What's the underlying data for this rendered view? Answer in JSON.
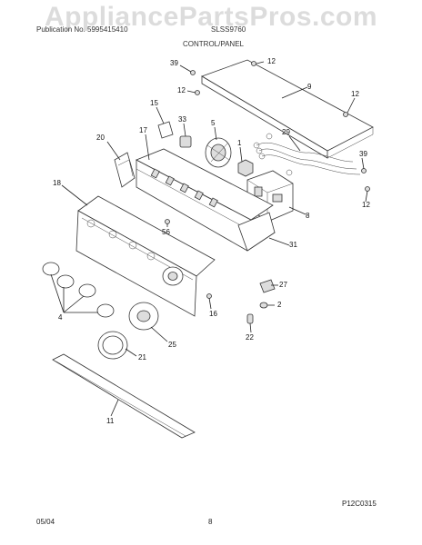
{
  "watermark": "AppliancePartsPros.com",
  "header": {
    "left": "Publication No. 5995415410",
    "middle": "SLSS9760",
    "section": "CONTROL/PANEL"
  },
  "callouts": [
    "39",
    "12",
    "9",
    "12",
    "12",
    "15",
    "33",
    "5",
    "17",
    "1",
    "29",
    "20",
    "39",
    "18",
    "12",
    "8",
    "56",
    "31",
    "27",
    "2",
    "16",
    "4",
    "22",
    "25",
    "21",
    "11"
  ],
  "footer": {
    "code": "P12C0315",
    "date": "05/04",
    "page": "8"
  }
}
